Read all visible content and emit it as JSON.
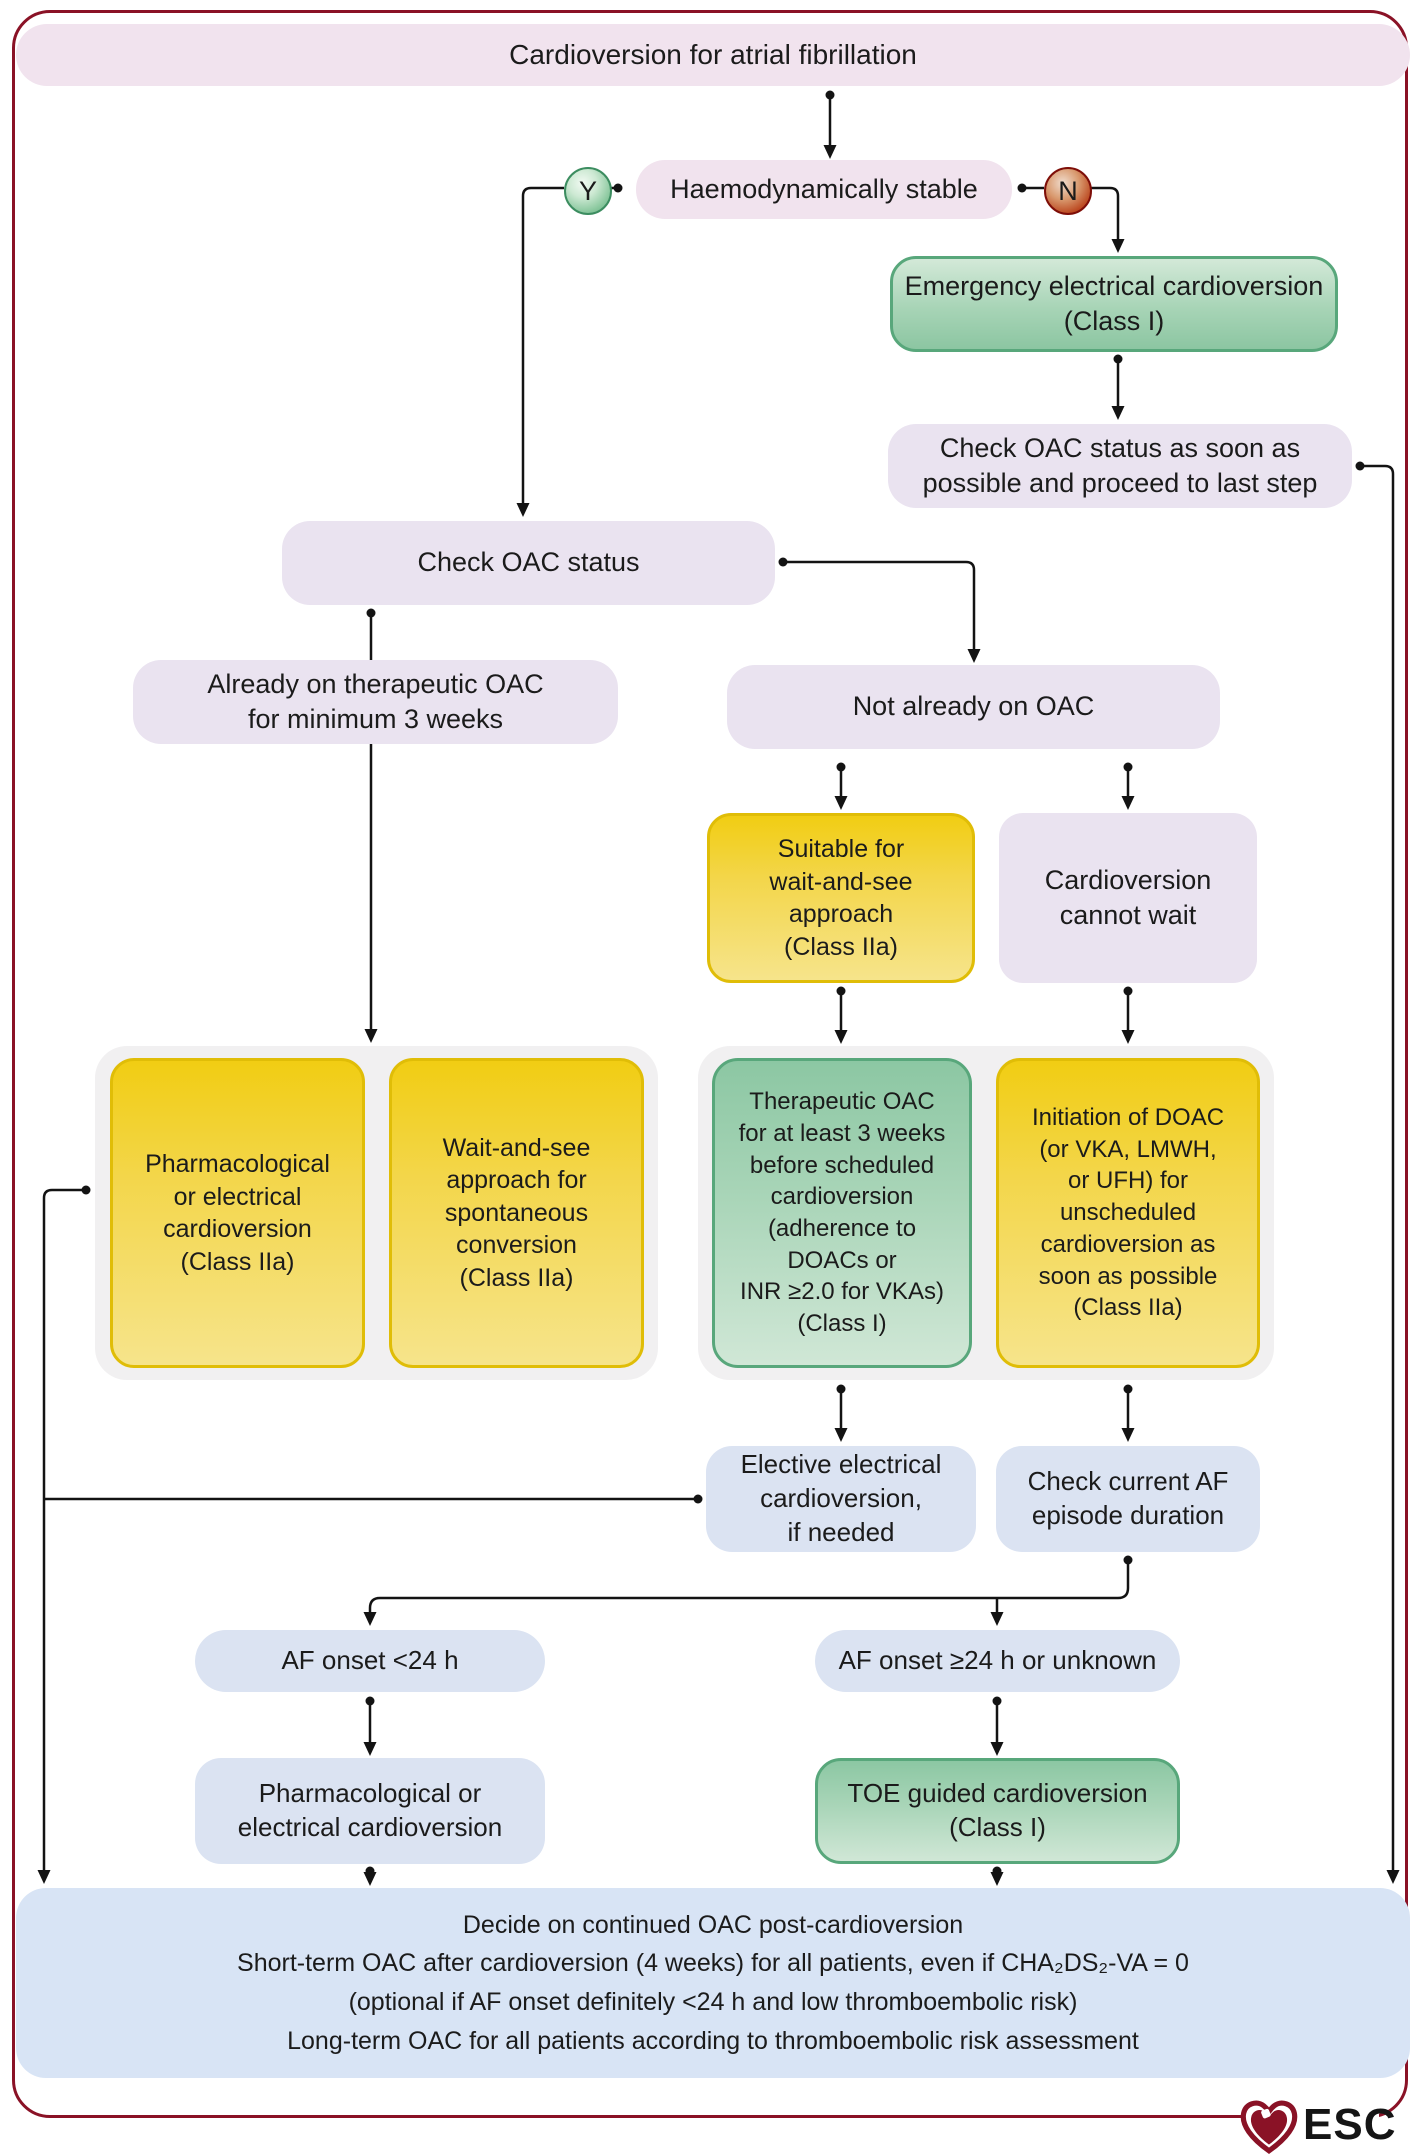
{
  "palette": {
    "frame_border": "#8a1226",
    "pink_box": "#f1e3ee",
    "lavender_box": "#eae3f0",
    "blue_box": "#dbe3f2",
    "bottom_box": "#d8e4f5",
    "cluster_bg": "#f1f0f1",
    "yellow_top": "#f1cd13",
    "yellow_bottom": "#f6e48b",
    "yellow_border": "#e0bd07",
    "green_top": "#8cc7a3",
    "green_bottom": "#d0e7d6",
    "green_border": "#58a77b",
    "yes_badge_green": "#5aa878",
    "no_badge_red": "#96150b",
    "line_color": "#131313"
  },
  "nodes": {
    "title": "Cardioversion for atrial fibrillation",
    "haemo": "Haemodynamically stable",
    "yes": "Y",
    "no": "N",
    "emergency": [
      "Emergency electrical cardioversion",
      "(Class I)"
    ],
    "check_oac_soon": [
      "Check OAC status as soon as",
      "possible and proceed to last step"
    ],
    "check_oac": "Check OAC status",
    "already_oac": [
      "Already on therapeutic OAC",
      "for minimum 3 weeks"
    ],
    "not_on_oac": "Not already on OAC",
    "suitable_wait": [
      "Suitable for",
      "wait-and-see",
      "approach",
      "(Class IIa)"
    ],
    "cannot_wait": [
      "Cardioversion",
      "cannot wait"
    ],
    "pharm_elect": [
      "Pharmacological",
      "or electrical",
      "cardioversion",
      "(Class IIa)"
    ],
    "wait_see_spont": [
      "Wait-and-see",
      "approach for",
      "spontaneous",
      "conversion",
      "(Class IIa)"
    ],
    "therapeutic_oac": [
      "Therapeutic OAC",
      "for at least 3 weeks",
      "before scheduled",
      "cardioversion",
      "(adherence to",
      "DOACs or",
      "INR ≥2.0 for VKAs)",
      "(Class I)"
    ],
    "initiation_doac": [
      "Initiation of DOAC",
      "(or VKA, LMWH,",
      "or UFH) for",
      "unscheduled",
      "cardioversion as",
      "soon as possible",
      "(Class IIa)"
    ],
    "elective": [
      "Elective electrical",
      "cardioversion,",
      "if needed"
    ],
    "check_af_duration": [
      "Check current AF",
      "episode duration"
    ],
    "af_lt_24": "AF onset <24 h",
    "af_ge_24": "AF onset ≥24 h or unknown",
    "pharm_elect_cv": [
      "Pharmacological or",
      "electrical cardioversion"
    ],
    "toe_guided": [
      "TOE guided cardioversion",
      "(Class I)"
    ],
    "decide": [
      "Decide on continued OAC post-cardioversion",
      "Short-term OAC after cardioversion (4 weeks) for all patients, even if CHA₂DS₂-VA = 0",
      "(optional if AF onset definitely <24 h and low thromboembolic risk)",
      "Long-term OAC for all patients according to thromboembolic risk assessment"
    ]
  },
  "logo": {
    "text": "ESC"
  }
}
